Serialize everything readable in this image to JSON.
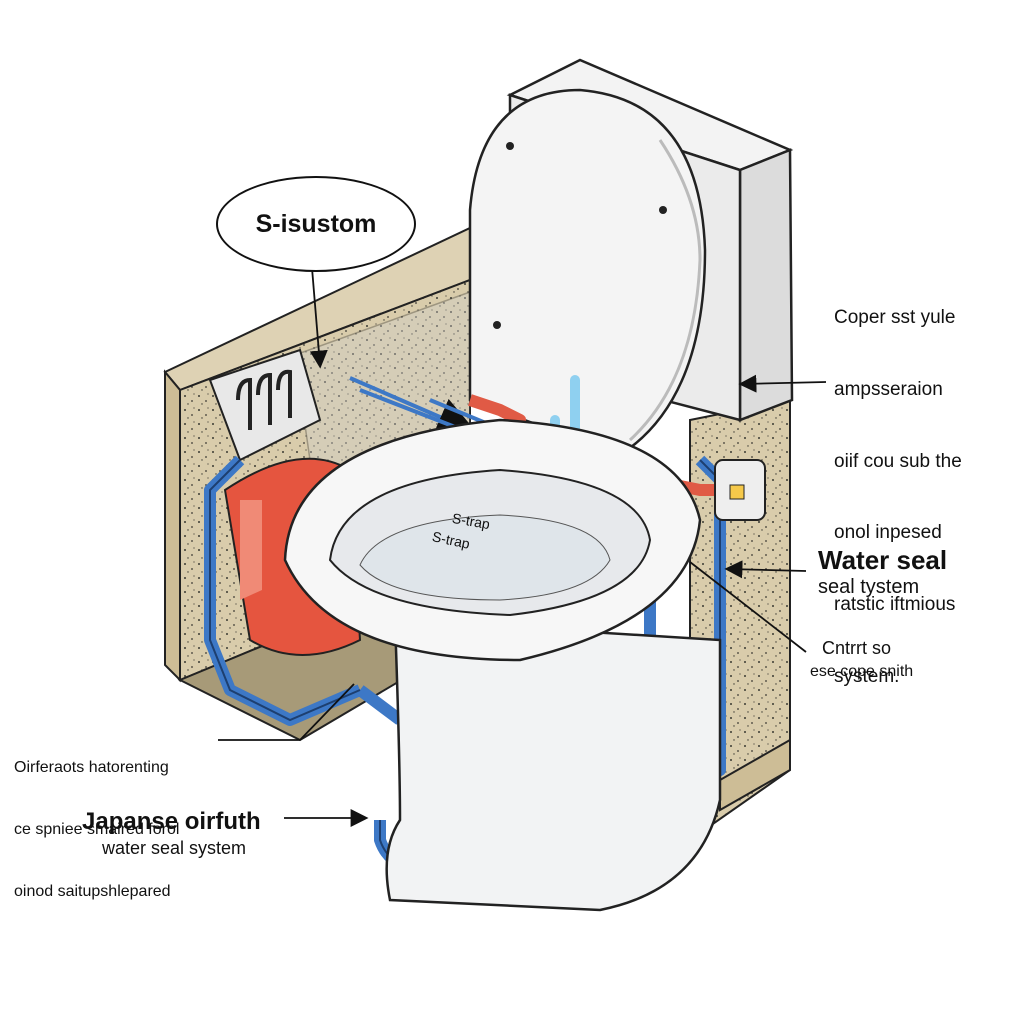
{
  "bubble_label": "S-isustom",
  "right_description": [
    "Coper sst yule",
    "ampsseraion",
    "oiif cou sub the",
    "onol inpesed",
    "ratstic iftmious",
    "system."
  ],
  "water_seal": {
    "title": "Water seal",
    "subtitle": "seal tystem"
  },
  "control": {
    "title": "Cntrrt so",
    "subtitle": "ese cope snith"
  },
  "left_description": [
    "Oirferaots hatorenting",
    "ce spniee smaired forol",
    "oinod saitupshlepared"
  ],
  "japanese": {
    "title": "Japanse oirfuth",
    "subtitle": "water seal system"
  },
  "trap_labels": [
    "S-trap",
    "S-trap"
  ],
  "icons": [
    "arrow-icon"
  ],
  "colors": {
    "water_pipe": "#3d78c6",
    "hot_pipe": "#e05a45",
    "light_water": "#8fd0f0",
    "insulation": "#d6c8a6",
    "porcelain": "#f4f5f6"
  }
}
